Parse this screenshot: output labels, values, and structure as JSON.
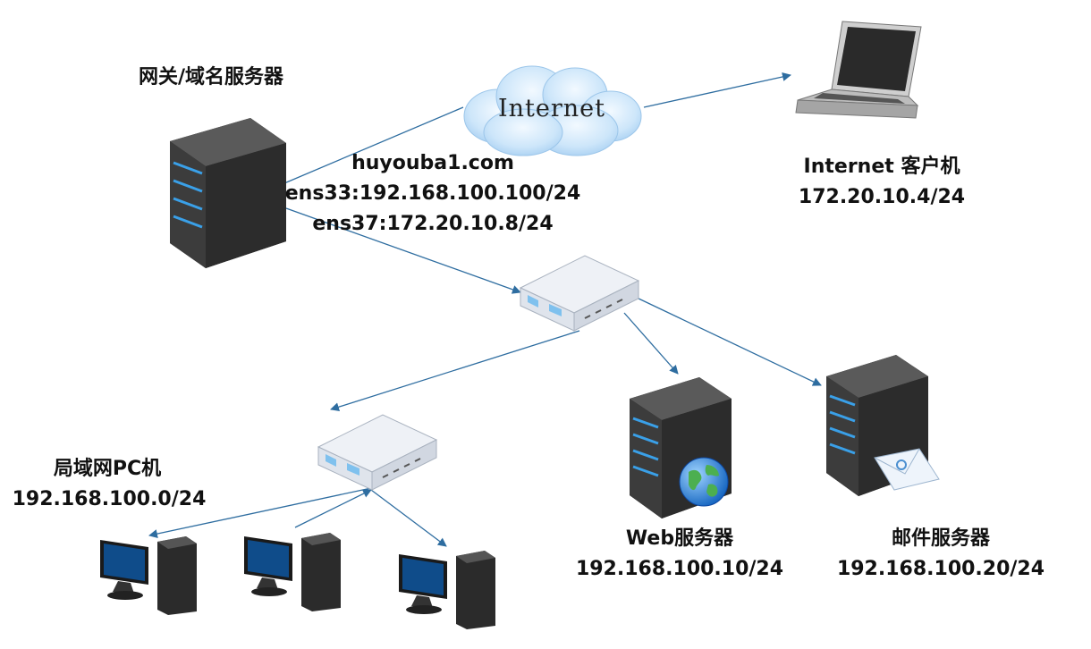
{
  "gateway": {
    "title": "网关/域名服务器",
    "hostname": "huyouba1.com",
    "ens33": "ens33:192.168.100.100/24",
    "ens37": "ens37:172.20.10.8/24"
  },
  "cloud": {
    "label": "Internet"
  },
  "internet_client": {
    "name": "Internet 客户机",
    "ip": "172.20.10.4/24"
  },
  "lan_pcs": {
    "name": "局域网PC机",
    "subnet": "192.168.100.0/24"
  },
  "web_server": {
    "name": "Web服务器",
    "ip": "192.168.100.10/24"
  },
  "mail_server": {
    "name": "邮件服务器",
    "ip": "192.168.100.20/24"
  },
  "colors": {
    "link": "#2e6da0",
    "tower_dark": "#2b2b2b",
    "led_blue": "#3aa0e8",
    "monitor_screen": "#0f4c8a"
  },
  "icons": [
    "server-tower-icon",
    "cloud-icon",
    "laptop-icon",
    "network-switch-icon",
    "globe-icon",
    "envelope-icon",
    "desktop-pc-icon"
  ]
}
